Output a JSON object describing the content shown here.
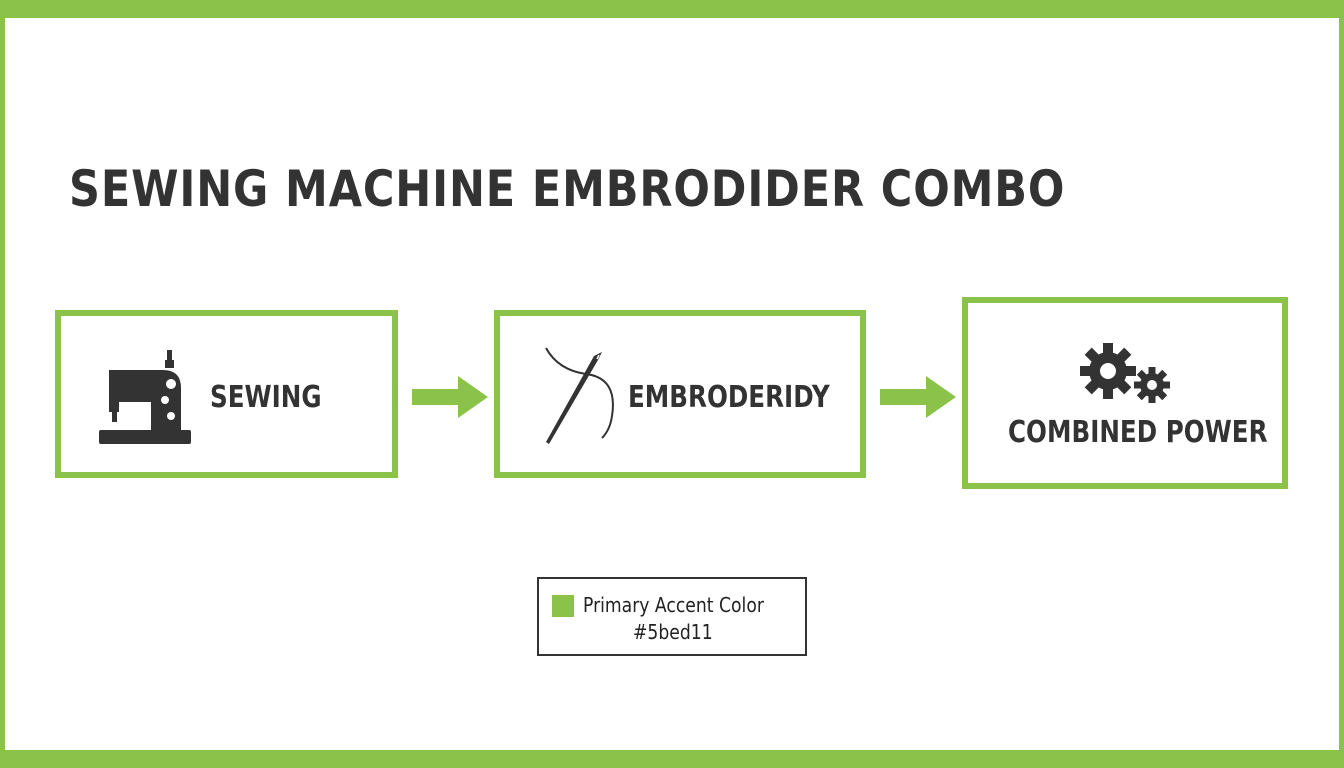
{
  "title": "SEWING MACHINE EMBRODIDER COMBO",
  "colors": {
    "accent": "#8bc34a",
    "text": "#333333",
    "background": "#ffffff"
  },
  "steps": [
    {
      "label": "SEWING",
      "icon": "sewing-machine-icon"
    },
    {
      "label": "EMBRODERIDY",
      "icon": "needle-thread-icon"
    },
    {
      "label": "COMBINED POWER",
      "icon": "gears-icon"
    }
  ],
  "connectors": [
    "arrow-right-icon",
    "arrow-right-icon"
  ],
  "legend": {
    "label": "Primary Accent Color",
    "value": "#5bed11"
  }
}
